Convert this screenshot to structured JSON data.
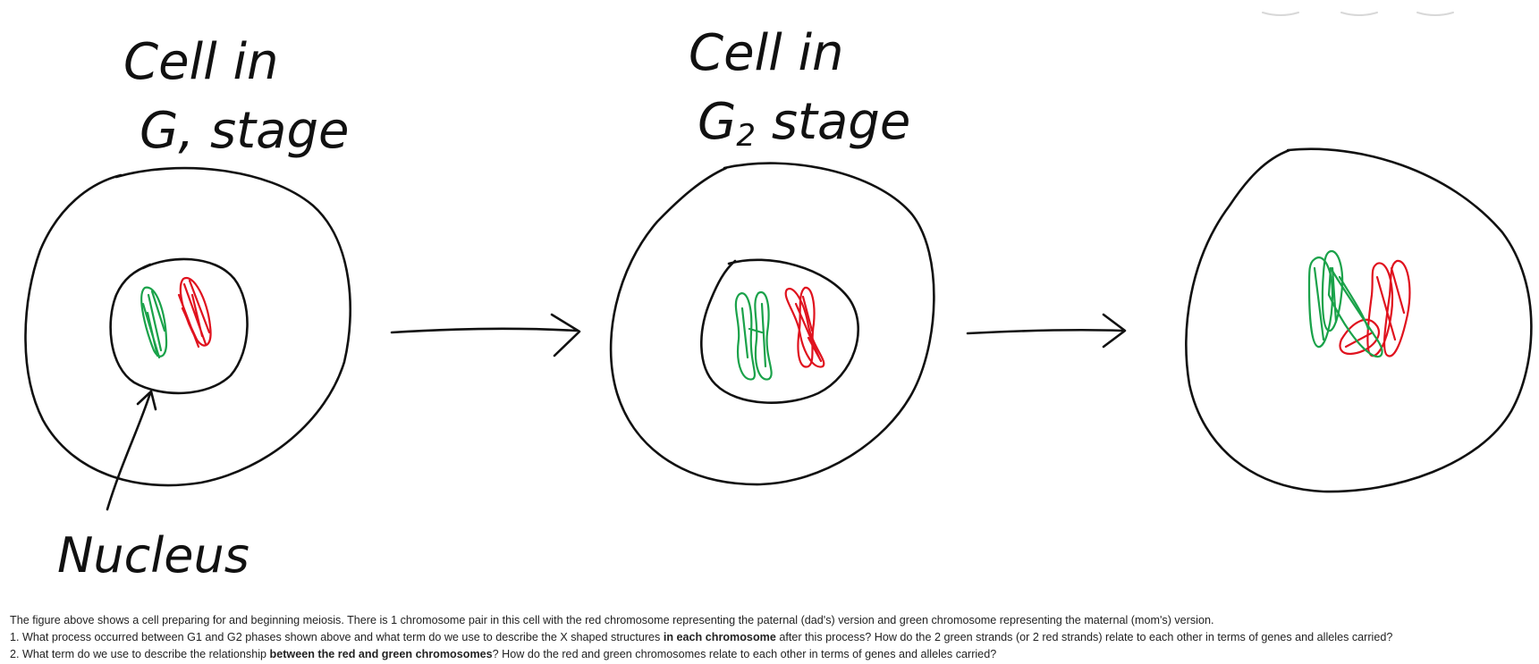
{
  "figure": {
    "cell1_label": {
      "line1": "Cell in",
      "line2": "G, stage"
    },
    "cell2_label": {
      "line1": "Cell in",
      "line2_prefix": "G",
      "line2_sub": "2",
      "line2_suffix": " stage"
    },
    "nucleus_label": "Nucleus",
    "colors": {
      "ink": "#111111",
      "maternal": "#1aa24a",
      "paternal": "#e0121e"
    }
  },
  "caption": {
    "intro": "The figure above shows a cell preparing for and beginning meiosis. There is 1 chromosome pair in this cell with the red chromosome representing the paternal (dad's) version and green chromosome representing the maternal (mom's) version.",
    "q1_a": "1. What process occurred between G1 and G2 phases shown above and what term do we use to describe the X shaped structures ",
    "q1_bold": "in each chromosome",
    "q1_b": " after this process? How do the 2 green strands (or 2 red strands) relate to each other in terms of genes and alleles carried?",
    "q2_a": "2. What term do we use to describe the relationship ",
    "q2_bold": "between the red and green chromosomes",
    "q2_b": "? How do the red and green chromosomes relate to each other in terms of genes and alleles carried?"
  }
}
